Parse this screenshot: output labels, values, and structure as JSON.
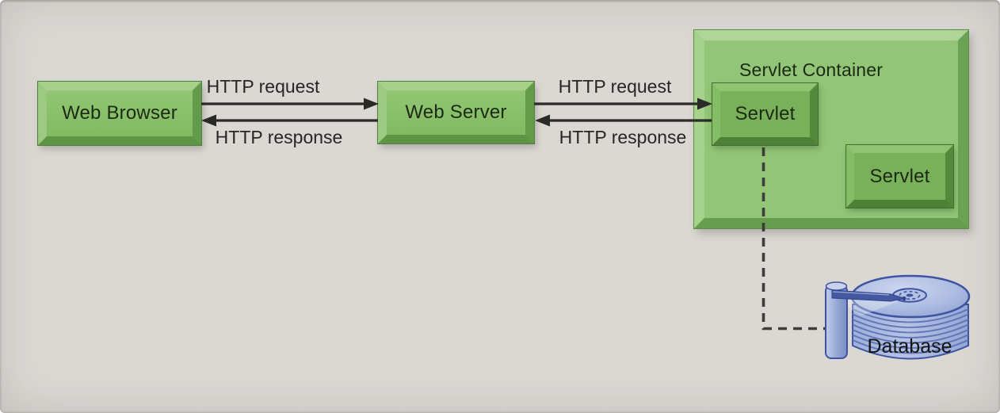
{
  "diagram": {
    "nodes": {
      "web_browser": {
        "label": "Web Browser"
      },
      "web_server": {
        "label": "Web Server"
      },
      "servlet_container": {
        "label": "Servlet Container"
      },
      "servlet_primary": {
        "label": "Servlet"
      },
      "servlet_secondary": {
        "label": "Servlet"
      },
      "database": {
        "label": "Database"
      }
    },
    "edges": {
      "browser_request": {
        "label": "HTTP request",
        "from": "web_browser",
        "to": "web_server",
        "direction": "right",
        "style": "solid"
      },
      "browser_response": {
        "label": "HTTP response",
        "from": "web_server",
        "to": "web_browser",
        "direction": "left",
        "style": "solid"
      },
      "server_request": {
        "label": "HTTP request",
        "from": "web_server",
        "to": "servlet_primary",
        "direction": "right",
        "style": "solid"
      },
      "server_response": {
        "label": "HTTP response",
        "from": "servlet_primary",
        "to": "web_server",
        "direction": "left",
        "style": "solid"
      },
      "servlet_database_link": {
        "from": "servlet_primary",
        "to": "database",
        "style": "dashed"
      }
    },
    "colors": {
      "background": "#d9d6d2",
      "node_face_green": "#8abf6a",
      "container_face_green": "#92c577",
      "servlet_face_green": "#78b159",
      "box_text": "#1c2a14",
      "arrow_black": "#2a2a28",
      "database_fill_blue": "#aab9de",
      "database_outline_blue": "#3e54a2"
    }
  }
}
